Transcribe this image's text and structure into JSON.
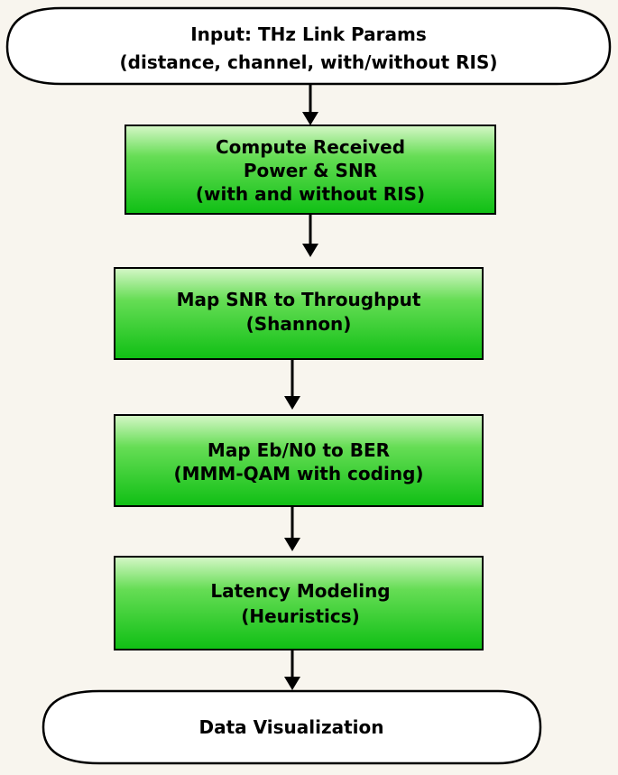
{
  "colors": {
    "background": "#f8f5ee",
    "box_fill_top": "#d6f7c8",
    "box_fill_bottom": "#0fbf14",
    "stroke": "#000000"
  },
  "nodes": [
    {
      "id": "input-terminal",
      "shape": "terminal",
      "lines": [
        "Input: THz Link Params",
        "(distance, channel, with/without RIS)"
      ]
    },
    {
      "id": "compute-power-snr",
      "shape": "process",
      "lines": [
        "Compute Received",
        "Power & SNR",
        "(with and without RIS)"
      ]
    },
    {
      "id": "map-snr-throughput",
      "shape": "process",
      "lines": [
        "Map SNR to Throughput",
        "(Shannon)"
      ]
    },
    {
      "id": "map-ebn0-ber",
      "shape": "process",
      "lines": [
        "Map Eb/N0 to BER",
        "(MMM-QAM with coding)"
      ]
    },
    {
      "id": "latency-modeling",
      "shape": "process",
      "lines": [
        "Latency Modeling",
        "(Heuristics)"
      ]
    },
    {
      "id": "data-visualization-terminal",
      "shape": "terminal",
      "lines": [
        "Data Visualization"
      ]
    }
  ],
  "edges": [
    {
      "from": "input-terminal",
      "to": "compute-power-snr"
    },
    {
      "from": "compute-power-snr",
      "to": "map-snr-throughput"
    },
    {
      "from": "map-snr-throughput",
      "to": "map-ebn0-ber"
    },
    {
      "from": "map-ebn0-ber",
      "to": "latency-modeling"
    },
    {
      "from": "latency-modeling",
      "to": "data-visualization-terminal"
    }
  ]
}
